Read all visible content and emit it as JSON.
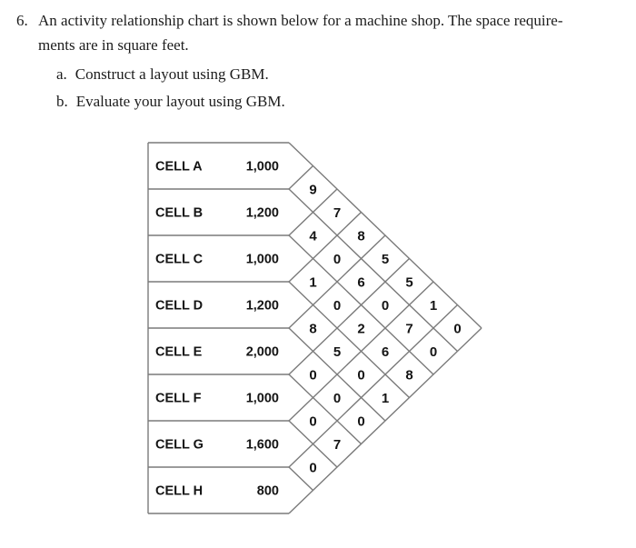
{
  "problem": {
    "number": "6.",
    "statement_lines": [
      "An activity relationship chart is shown below for a machine shop. The space require-",
      "ments are in square feet."
    ],
    "subitems": [
      {
        "label": "a.",
        "text": "Construct a layout using GBM."
      },
      {
        "label": "b.",
        "text": "Evaluate your layout using GBM."
      }
    ]
  },
  "chart_data": {
    "type": "activity-relationship-chart",
    "title": "Activity relationship chart for a machine shop",
    "space_units": "square feet",
    "cells": [
      {
        "id": "A",
        "label": "CELL A",
        "space": "1,000"
      },
      {
        "id": "B",
        "label": "CELL B",
        "space": "1,200"
      },
      {
        "id": "C",
        "label": "CELL C",
        "space": "1,000"
      },
      {
        "id": "D",
        "label": "CELL D",
        "space": "1,200"
      },
      {
        "id": "E",
        "label": "CELL E",
        "space": "2,000"
      },
      {
        "id": "F",
        "label": "CELL F",
        "space": "1,000"
      },
      {
        "id": "G",
        "label": "CELL G",
        "space": "1,600"
      },
      {
        "id": "H",
        "label": "CELL H",
        "space": "800"
      }
    ],
    "relationships": [
      {
        "pair": "A-B",
        "value": 9
      },
      {
        "pair": "A-C",
        "value": 7
      },
      {
        "pair": "A-D",
        "value": 8
      },
      {
        "pair": "A-E",
        "value": 5
      },
      {
        "pair": "A-F",
        "value": 5
      },
      {
        "pair": "A-G",
        "value": 1
      },
      {
        "pair": "A-H",
        "value": 0
      },
      {
        "pair": "B-C",
        "value": 4
      },
      {
        "pair": "B-D",
        "value": 0
      },
      {
        "pair": "B-E",
        "value": 6
      },
      {
        "pair": "B-F",
        "value": 0
      },
      {
        "pair": "B-G",
        "value": 7
      },
      {
        "pair": "B-H",
        "value": 0
      },
      {
        "pair": "C-D",
        "value": 1
      },
      {
        "pair": "C-E",
        "value": 0
      },
      {
        "pair": "C-F",
        "value": 2
      },
      {
        "pair": "C-G",
        "value": 6
      },
      {
        "pair": "C-H",
        "value": 8
      },
      {
        "pair": "D-E",
        "value": 8
      },
      {
        "pair": "D-F",
        "value": 5
      },
      {
        "pair": "D-G",
        "value": 0
      },
      {
        "pair": "D-H",
        "value": 1
      },
      {
        "pair": "E-F",
        "value": 0
      },
      {
        "pair": "E-G",
        "value": 0
      },
      {
        "pair": "E-H",
        "value": 0
      },
      {
        "pair": "F-G",
        "value": 0
      },
      {
        "pair": "F-H",
        "value": 7
      },
      {
        "pair": "G-H",
        "value": 0
      }
    ]
  },
  "colors": {
    "line": "#7a7a7a",
    "digit": "#141414",
    "text": "#1c1c1c",
    "background": "#ffffff"
  }
}
